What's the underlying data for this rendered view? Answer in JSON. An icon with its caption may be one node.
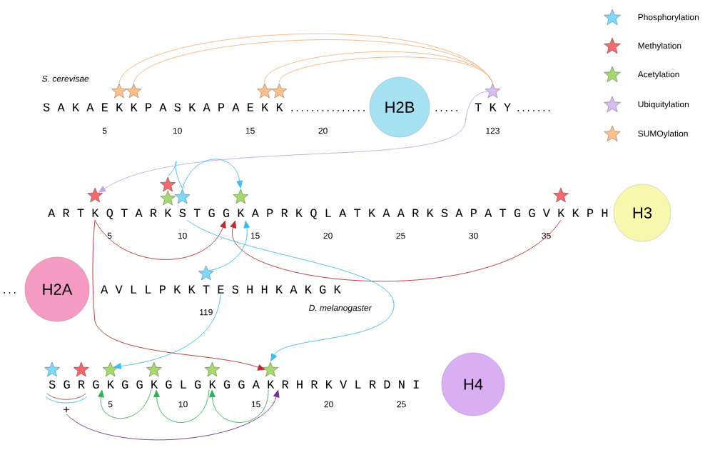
{
  "diagram": {
    "nodes": [
      {
        "text": [],
        "shape": "star"
      },
      {
        "text": [],
        "shape": "star"
      },
      {
        "text": [],
        "shape": "star"
      },
      {
        "text": [],
        "shape": "star"
      },
      {
        "text": [
          "H2B"
        ]
      },
      {
        "text": [],
        "shape": "star"
      },
      {
        "text": [],
        "shape": "star"
      },
      {
        "text": [],
        "shape": "star"
      },
      {
        "text": [],
        "shape": "star"
      },
      {
        "text": [],
        "shape": "star"
      },
      {
        "text": [],
        "shape": "star"
      },
      {
        "text": [],
        "shape": "star"
      },
      {
        "text": [
          "A R T K Q T A R K S T G G K A P R K Q L A T K A A R K S A P A T G G V K K P H"
        ]
      },
      {
        "text": [
          "H3"
        ]
      },
      {
        "text": [
          "H2A"
        ]
      },
      {
        "text": [],
        "shape": "star"
      },
      {
        "text": [
          "A V L L P K K T E S H H K A K G K"
        ]
      },
      {
        "text": [],
        "shape": "star"
      },
      {
        "text": [],
        "shape": "star"
      },
      {
        "text": [],
        "shape": "star"
      },
      {
        "text": [],
        "shape": "star"
      },
      {
        "text": [],
        "shape": "star"
      },
      {
        "text": [],
        "shape": "star"
      },
      {
        "text": [
          "S G R G K G G K G L G K G G A K R H R K V L R D N I"
        ]
      },
      {
        "text": [
          "H4"
        ]
      },
      {
        "text": [
          "+"
        ]
      }
    ],
    "edges": [
      {
        "from": 0,
        "to": 5,
        "arrow": "none",
        "color": "#f6b07a"
      },
      {
        "from": 1,
        "to": 5,
        "arrow": "none",
        "color": "#f6b07a"
      },
      {
        "from": 2,
        "to": 5,
        "arrow": "none",
        "color": "#f6b07a"
      },
      {
        "from": 3,
        "to": 5,
        "arrow": "none",
        "color": "#f6b07a"
      },
      {
        "from": 5,
        "to": 6,
        "arrow": "to",
        "color": "#c3a6e6"
      },
      {
        "from": 9,
        "to": 7,
        "arrow": "none"
      },
      {
        "from": 9,
        "to": 10,
        "arrow": "to"
      },
      {
        "from": 12,
        "to": 12,
        "arrow": "to",
        "color": "#c0282e"
      },
      {
        "from": 12,
        "to": 12,
        "arrow": "to",
        "color": "#c0282e"
      },
      {
        "from": 12,
        "to": 22,
        "arrow": "to",
        "color": "#c0282e"
      },
      {
        "from": 12,
        "to": 22,
        "arrow": "to"
      },
      {
        "from": 15,
        "to": 12,
        "arrow": "to"
      },
      {
        "from": 16,
        "to": 19,
        "arrow": "to"
      },
      {
        "from": 23,
        "to": 23,
        "arrow": "to",
        "color": "#2fb05a"
      },
      {
        "from": 23,
        "to": 23,
        "arrow": "to",
        "color": "#2fb05a"
      },
      {
        "from": 23,
        "to": 23,
        "arrow": "to",
        "color": "#2fb05a"
      },
      {
        "from": 25,
        "to": 23,
        "arrow": "to",
        "color": "#7030a0"
      }
    ],
    "labels": [
      "S. cerevisae",
      "S A K A E K K P A S K A P A E K K",
      "...............",
      ".....",
      "T K Y",
      ".......",
      "5",
      "10",
      "15",
      "20",
      "123",
      "5",
      "10",
      "15",
      "20",
      "25",
      "30",
      "35",
      "...",
      "119",
      "D. melanogaster",
      "5",
      "10",
      "15",
      "20",
      "25"
    ],
    "legend": [
      {
        "text": "Phosphorylation",
        "color": "#7fd8f8"
      },
      {
        "text": "Methylation",
        "color": "#f06a6e"
      },
      {
        "text": "Acetylation",
        "color": "#a6d872"
      },
      {
        "text": "Ubiquitylation",
        "color": "#d7bdf0"
      },
      {
        "text": "SUMOylation",
        "color": "#fcc08c"
      }
    ]
  }
}
